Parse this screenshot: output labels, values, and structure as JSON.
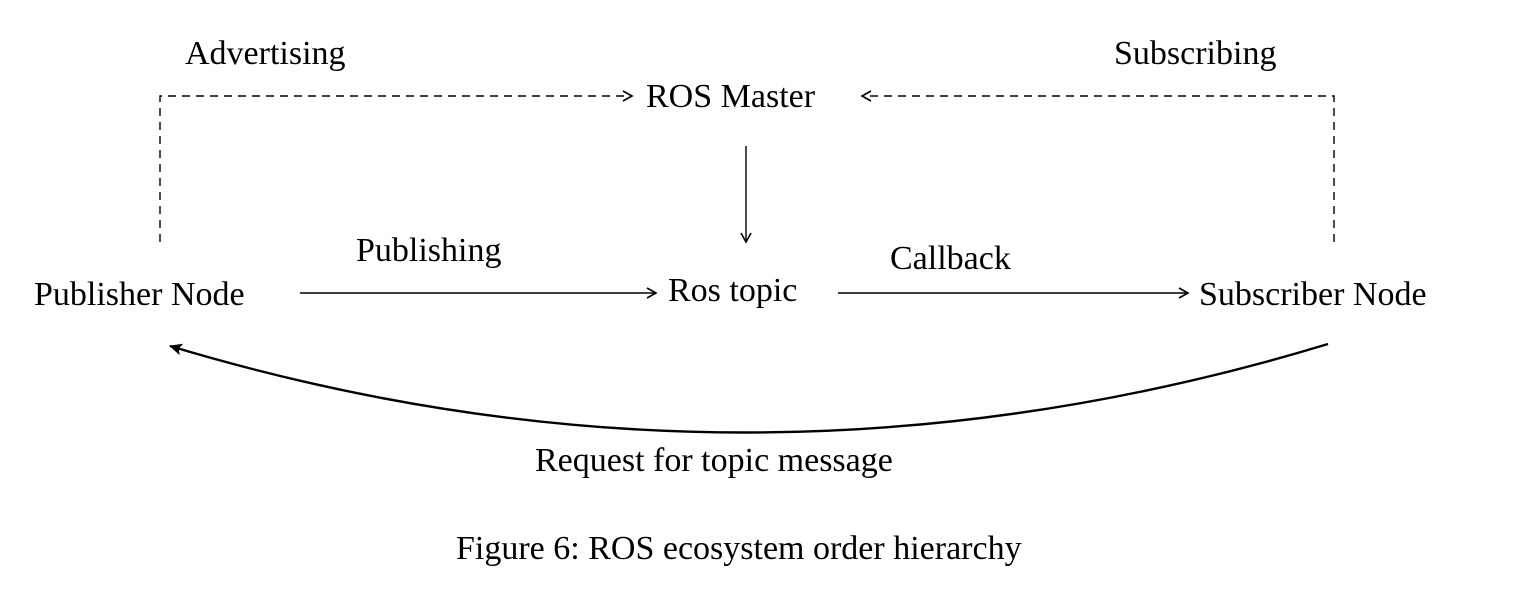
{
  "nodes": {
    "master": "ROS Master",
    "topic": "Ros topic",
    "publisher": "Publisher Node",
    "subscriber": "Subscriber Node"
  },
  "edges": {
    "advertising": "Advertising",
    "subscribing": "Subscribing",
    "publishing": "Publishing",
    "callback": "Callback",
    "request": "Request for topic message"
  },
  "caption": "Figure 6: ROS ecosystem order hierarchy"
}
